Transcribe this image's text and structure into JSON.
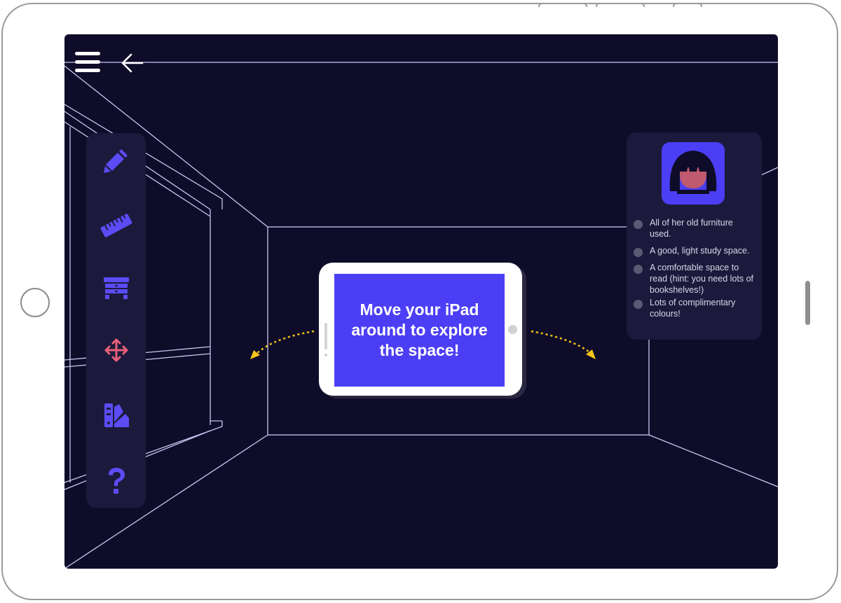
{
  "app": {
    "menu_icon": "hamburger-menu-icon",
    "back_icon": "back-arrow-icon"
  },
  "toolbar": {
    "tools": [
      {
        "icon": "pencil-icon",
        "color": "#5b4cf5"
      },
      {
        "icon": "ruler-icon",
        "color": "#5b4cf5"
      },
      {
        "icon": "dresser-icon",
        "color": "#5b4cf5"
      },
      {
        "icon": "move-arrows-icon",
        "color": "#e9607a"
      },
      {
        "icon": "colour-swatch-icon",
        "color": "#5b4cf5"
      },
      {
        "icon": "help-question-icon",
        "color": "#5b4cf5"
      }
    ]
  },
  "center_prompt": {
    "message": "Move your iPad around to explore the space!",
    "left_arrow_icon": "curved-dotted-arrow-left-icon",
    "right_arrow_icon": "curved-dotted-arrow-right-icon",
    "arrow_color": "#f5c518"
  },
  "client_brief": {
    "avatar_icon": "client-avatar-icon",
    "requirements": [
      "All of her old furniture used.",
      "A good, light study space.",
      "A comfortable space to read (hint: you need lots of bookshelves!)",
      "Lots of complimentary colours!"
    ]
  },
  "colors": {
    "background": "#0f0c2a",
    "panel": "#1c1a3c",
    "accent": "#4b3ef5",
    "wireframe": "#c9c6f0"
  }
}
